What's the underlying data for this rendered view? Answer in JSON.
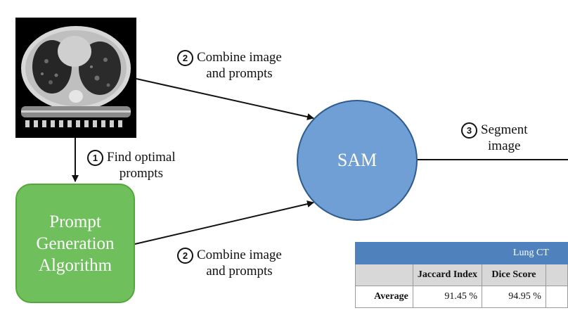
{
  "sam_label": "SAM",
  "prompt_generation": {
    "lines": [
      "Prompt",
      "Generation",
      "Algorithm"
    ]
  },
  "steps": {
    "combine_top": {
      "number": "2",
      "lines": [
        "Combine image",
        "and prompts"
      ]
    },
    "combine_bottom": {
      "number": "2",
      "lines": [
        "Combine image",
        "and prompts"
      ]
    },
    "find": {
      "number": "1",
      "lines": [
        "Find optimal",
        "prompts"
      ]
    },
    "segment": {
      "number": "3",
      "lines": [
        "Segment",
        "image"
      ]
    }
  },
  "results_table": {
    "group_header": "Lung CT",
    "columns": [
      "",
      "Jaccard Index",
      "Dice Score"
    ],
    "rows": [
      {
        "label": "Average",
        "values": [
          "91.45 %",
          "94.95 %"
        ]
      }
    ]
  },
  "colors": {
    "prompt_box_fill": "#6fbf5d",
    "prompt_box_border": "#52a83a",
    "sam_fill": "#6f9fd4",
    "sam_border": "#2f5b8e",
    "table_header": "#4f81bd",
    "table_subheader": "#d8d8d8"
  }
}
